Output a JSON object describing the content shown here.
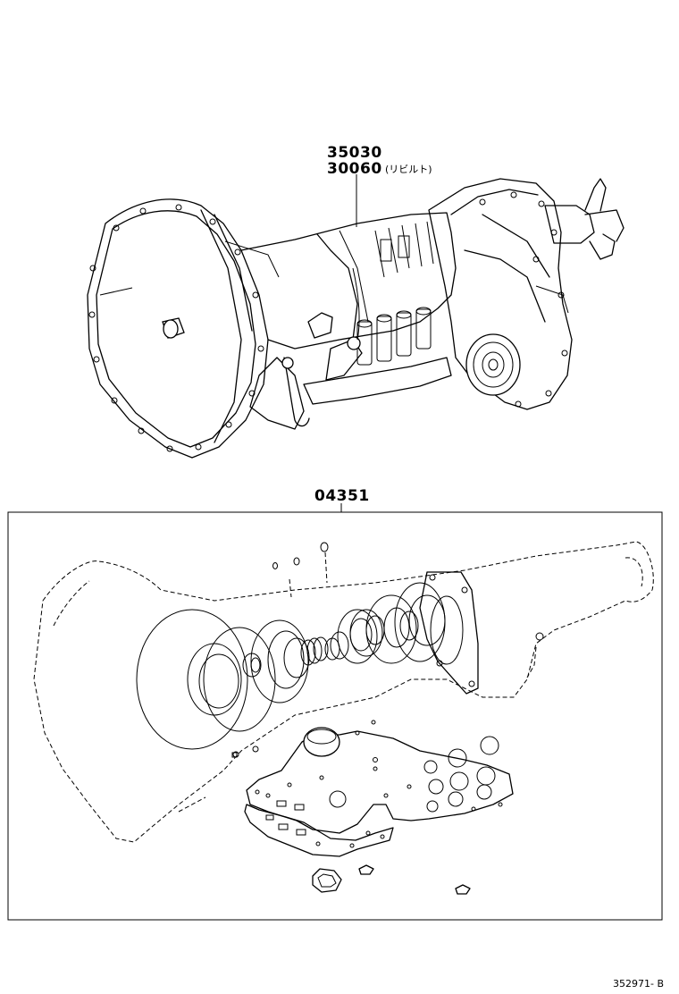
{
  "parts": {
    "transmission_assy": "35030",
    "transmission_rebuilt": "30060",
    "rebuilt_note": "(リビルト)",
    "gasket_kit": "04351"
  },
  "drawing_code": "352971- B"
}
